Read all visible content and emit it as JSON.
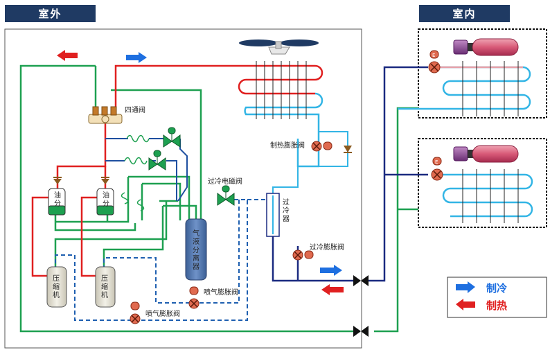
{
  "headers": {
    "outdoor": "室外",
    "indoor": "室内"
  },
  "labels": {
    "four_way_valve": "四通阀",
    "heating_exv": "制热膨胀阀",
    "subcool_solenoid": "过冷电磁阀",
    "subcooler": "过冷器",
    "subcool_exv": "过冷膨胀阀",
    "oil_sep": "油分",
    "compressor": "压缩机",
    "gas_liquid_sep": "气液分离器",
    "injection_exv": "喷气膨胀阀"
  },
  "legend": {
    "cooling": "制冷",
    "heating": "制热"
  },
  "colors": {
    "hot": "#e02020",
    "cold_line": "#1da050",
    "liquid": "#1a2a80",
    "coil_blue": "#33b5e5",
    "header_bg": "#1f3a63",
    "arrow_cool": "#1e6fe0",
    "arrow_heat": "#e02020"
  }
}
